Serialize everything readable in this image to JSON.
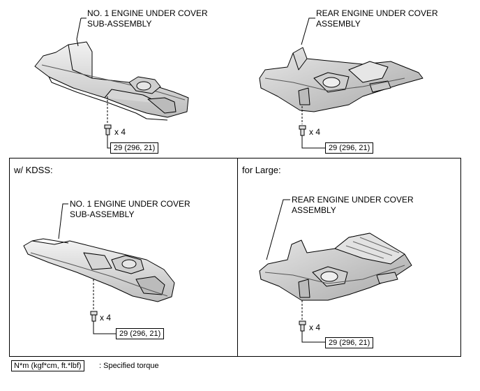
{
  "top_left": {
    "part_label_line1": "NO. 1 ENGINE UNDER COVER",
    "part_label_line2": "SUB-ASSEMBLY",
    "bolt_qty": "x 4",
    "torque": "29 (296, 21)"
  },
  "top_right": {
    "part_label_line1": "REAR ENGINE UNDER COVER",
    "part_label_line2": "ASSEMBLY",
    "bolt_qty": "x 4",
    "torque": "29 (296, 21)"
  },
  "panel_kdss": {
    "title": "w/ KDSS:",
    "part_label_line1": "NO. 1 ENGINE UNDER COVER",
    "part_label_line2": "SUB-ASSEMBLY",
    "bolt_qty": "x 4",
    "torque": "29 (296, 21)"
  },
  "panel_large": {
    "title": "for Large:",
    "part_label_line1": "REAR ENGINE UNDER COVER",
    "part_label_line2": "ASSEMBLY",
    "bolt_qty": "x 4",
    "torque": "29 (296, 21)"
  },
  "legend": {
    "units": "N*m (kgf*cm, ft.*lbf)",
    "description": ": Specified torque"
  }
}
